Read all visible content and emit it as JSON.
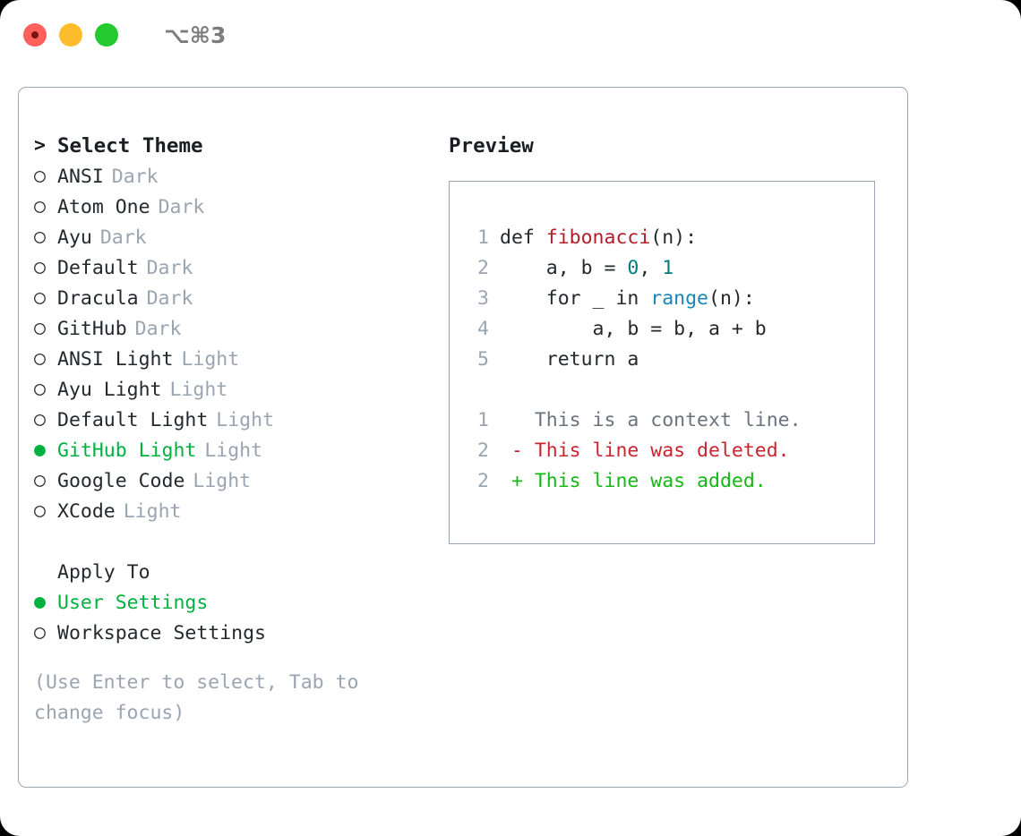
{
  "titlebar": {
    "shortcut": "⌥⌘3",
    "lights": [
      "close-red",
      "minimize-yellow",
      "maximize-green"
    ]
  },
  "theme_picker": {
    "heading_marker": ">",
    "heading": "Select Theme",
    "marker_unselected": "○",
    "marker_selected": "●",
    "items": [
      {
        "name": "ANSI",
        "tag": "Dark",
        "selected": false
      },
      {
        "name": "Atom One",
        "tag": "Dark",
        "selected": false
      },
      {
        "name": "Ayu",
        "tag": "Dark",
        "selected": false
      },
      {
        "name": "Default",
        "tag": "Dark",
        "selected": false
      },
      {
        "name": "Dracula",
        "tag": "Dark",
        "selected": false
      },
      {
        "name": "GitHub",
        "tag": "Dark",
        "selected": false
      },
      {
        "name": "ANSI Light",
        "tag": "Light",
        "selected": false
      },
      {
        "name": "Ayu Light",
        "tag": "Light",
        "selected": false
      },
      {
        "name": "Default Light",
        "tag": "Light",
        "selected": false
      },
      {
        "name": "GitHub Light",
        "tag": "Light",
        "selected": true
      },
      {
        "name": "Google Code",
        "tag": "Light",
        "selected": false
      },
      {
        "name": "XCode",
        "tag": "Light",
        "selected": false
      }
    ]
  },
  "apply_to": {
    "title": "Apply To",
    "items": [
      {
        "name": "User Settings",
        "selected": true
      },
      {
        "name": "Workspace Settings",
        "selected": false
      }
    ]
  },
  "hint": "(Use Enter to select, Tab to change focus)",
  "preview": {
    "title": "Preview",
    "code_lines": [
      {
        "ln": "1",
        "tokens": [
          {
            "t": "def ",
            "c": "code-body"
          },
          {
            "t": "fibonacci",
            "c": "tok-func"
          },
          {
            "t": "(n):",
            "c": "code-body"
          }
        ]
      },
      {
        "ln": "2",
        "tokens": [
          {
            "t": "    a, b = ",
            "c": "code-body"
          },
          {
            "t": "0",
            "c": "tok-num"
          },
          {
            "t": ", ",
            "c": "code-body"
          },
          {
            "t": "1",
            "c": "tok-num"
          }
        ]
      },
      {
        "ln": "3",
        "tokens": [
          {
            "t": "    for _ in ",
            "c": "code-body"
          },
          {
            "t": "range",
            "c": "tok-built"
          },
          {
            "t": "(n):",
            "c": "code-body"
          }
        ]
      },
      {
        "ln": "4",
        "tokens": [
          {
            "t": "        a, b = b, a + b",
            "c": "code-body"
          }
        ]
      },
      {
        "ln": "5",
        "tokens": [
          {
            "t": "    return a",
            "c": "code-body"
          }
        ]
      }
    ],
    "diff_lines": [
      {
        "ln": "1",
        "tokens": [
          {
            "t": "   This is a context line.",
            "c": "diff-ctx"
          }
        ]
      },
      {
        "ln": "2",
        "tokens": [
          {
            "t": " - This line was deleted.",
            "c": "diff-del"
          }
        ]
      },
      {
        "ln": "2",
        "tokens": [
          {
            "t": " + This line was added.",
            "c": "diff-add"
          }
        ]
      }
    ]
  },
  "colors": {
    "accent_green": "#00b140",
    "muted_gray": "#9aa5b1",
    "func_red": "#b31d28",
    "number_teal": "#017c7c",
    "builtin_blue": "#1a85b8",
    "diff_delete": "#cb2431",
    "diff_add": "#14b814",
    "border": "#9aa7b6",
    "text": "#24292e"
  }
}
